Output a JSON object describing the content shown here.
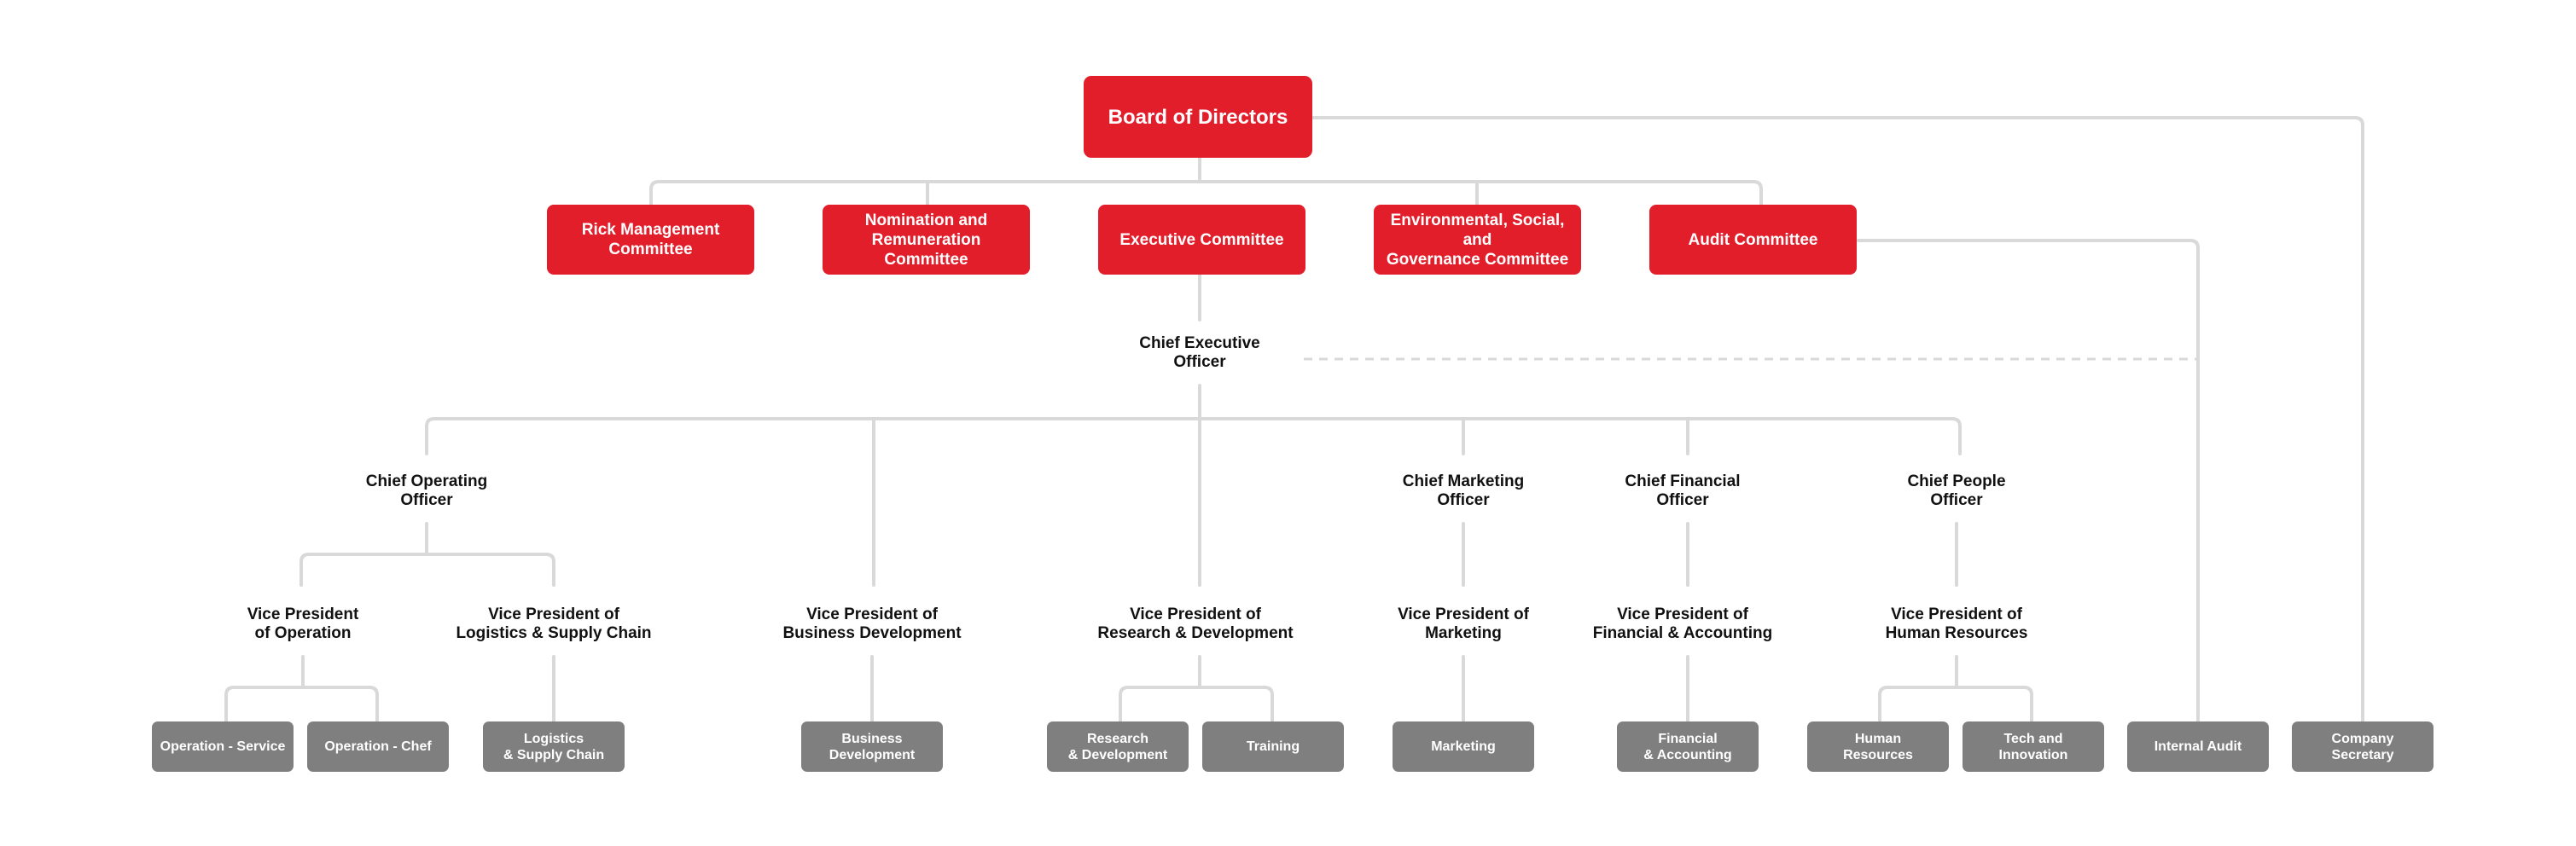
{
  "board": {
    "label": "Board of Directors"
  },
  "committees": [
    {
      "label": "Rick Management\nCommittee"
    },
    {
      "label": "Nomination and\nRemuneration Committee"
    },
    {
      "label": "Executive Committee"
    },
    {
      "label": "Environmental, Social, and\nGovernance Committee"
    },
    {
      "label": "Audit Committee"
    }
  ],
  "ceo": {
    "label": "Chief Executive\nOfficer"
  },
  "chiefs": {
    "operating": "Chief Operating\nOfficer",
    "marketing": "Chief Marketing\nOfficer",
    "financial": "Chief Financial\nOfficer",
    "people": "Chief People\nOfficer"
  },
  "vps": {
    "operation": "Vice President\nof Operation",
    "logistics": "Vice President of\nLogistics & Supply Chain",
    "business": "Vice President of\nBusiness Development",
    "research": "Vice President of\nResearch & Development",
    "marketing": "Vice President of\nMarketing",
    "financial": "Vice President of\nFinancial & Accounting",
    "hr": "Vice President of\nHuman Resources"
  },
  "units": {
    "op_service": "Operation - Service",
    "op_chef": "Operation - Chef",
    "logistics": "Logistics\n& Supply Chain",
    "business": "Business\nDevelopment",
    "research": "Research\n& Development",
    "training": "Training",
    "marketing": "Marketing",
    "financial": "Financial\n& Accounting",
    "hr": "Human\nResources",
    "tech": "Tech and\nInnovation",
    "internal_audit": "Internal Audit",
    "company_secretary": "Company\nSecretary"
  },
  "colors": {
    "red": "#e31e2b",
    "grey": "#7f7f7f",
    "line": "#d9d9d9"
  }
}
